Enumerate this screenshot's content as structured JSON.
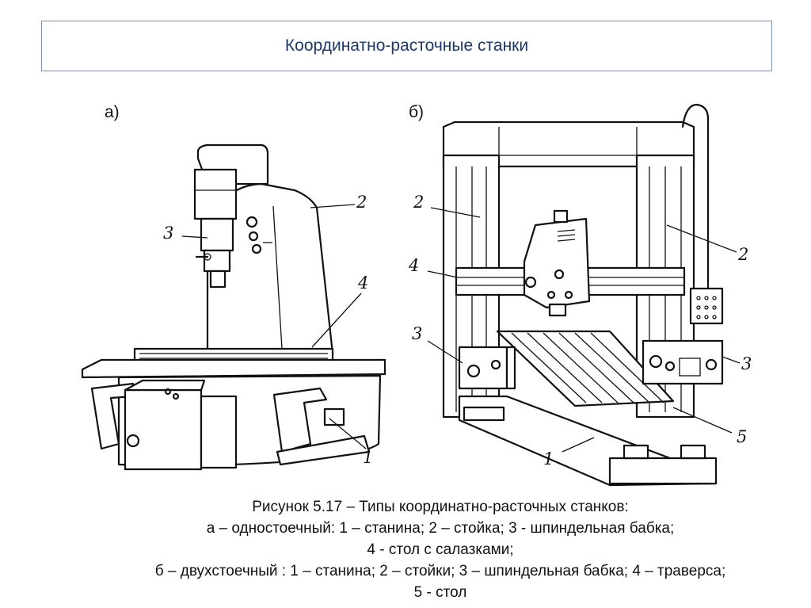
{
  "title": "Координатно-расточные станки",
  "panels": {
    "a": {
      "label": "а)",
      "callouts": [
        "1",
        "2",
        "3",
        "4"
      ]
    },
    "b": {
      "label": "б)",
      "callouts": [
        "1",
        "2",
        "2",
        "3",
        "3",
        "4",
        "5"
      ]
    }
  },
  "caption": {
    "line1": "Рисунок 5.17 – Типы координатно-расточных станков:",
    "line2": "а – одностоечный: 1 – станина; 2 – стойка; 3 - шпиндельная бабка;",
    "line3": "4 - стол с салазками;",
    "line4": "б – двухстоечный : 1 – станина; 2 – стойки; 3 – шпиндельная бабка; 4 – траверса;",
    "line5": "5 - стол"
  }
}
